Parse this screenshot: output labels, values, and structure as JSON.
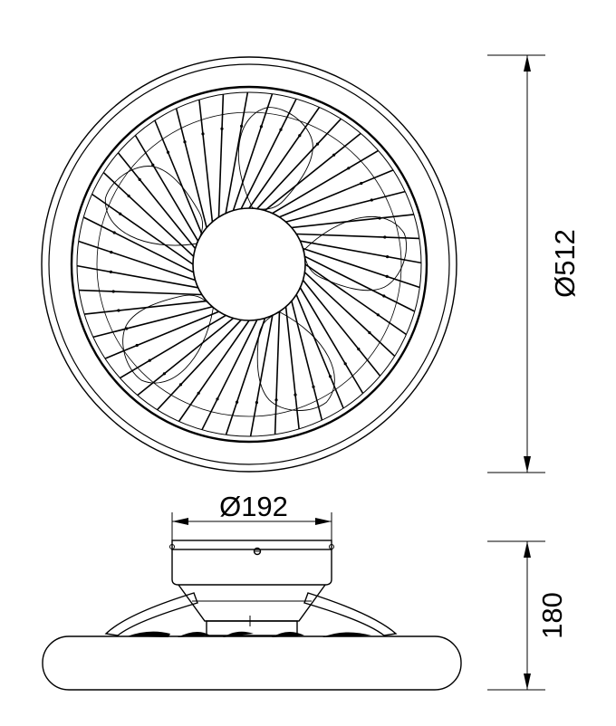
{
  "dimensions": {
    "outer_diameter": "Ø512",
    "canopy_diameter": "Ø192",
    "height": "180"
  },
  "colors": {
    "line": "#000000",
    "background": "#ffffff"
  },
  "drawing": {
    "views": [
      "top-view",
      "side-view"
    ],
    "cage_spoke_count": 44,
    "blade_count": 5
  }
}
